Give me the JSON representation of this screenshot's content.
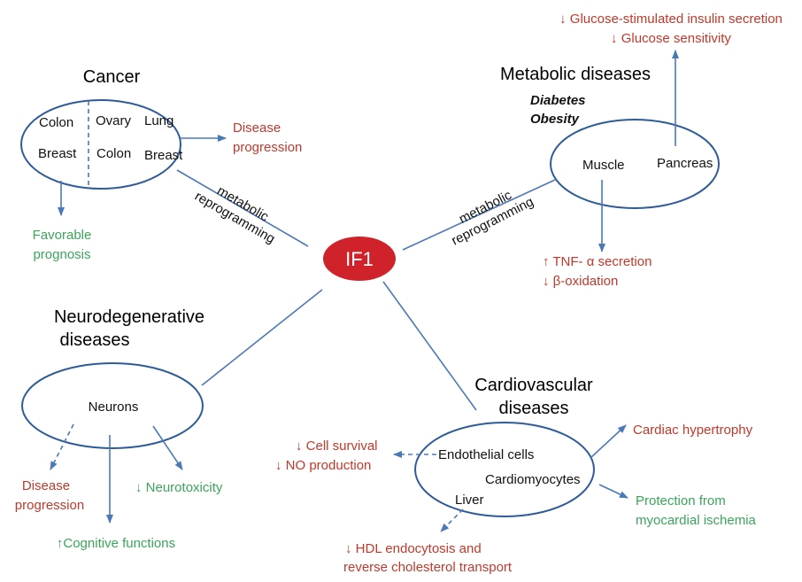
{
  "center": {
    "label": "IF1",
    "color": "#d0222b"
  },
  "connectors": {
    "left": "metabolic reprogramming",
    "right": "metabolic reprogramming",
    "left_lines": [
      "metabolic",
      "reprogramming"
    ],
    "right_lines": [
      "metabolic",
      "reprogramming"
    ]
  },
  "cancer": {
    "title": "Cancer",
    "tissues": [
      "Colon",
      "Ovary",
      "Lung",
      "Breast",
      "Colon",
      "Breast"
    ],
    "outcome_red": [
      "Disease",
      "progression"
    ],
    "outcome_green": [
      "Favorable",
      "prognosis"
    ]
  },
  "metabolic": {
    "title": "Metabolic diseases",
    "subtypes": [
      "Diabetes",
      "Obesity"
    ],
    "tissues": [
      "Muscle",
      "Pancreas"
    ],
    "pancreas_effects": [
      "↓ Glucose-stimulated insulin secretion",
      "↓ Glucose sensitivity"
    ],
    "muscle_effects": [
      "↑ TNF- α secretion",
      "↓ β-oxidation"
    ]
  },
  "neuro": {
    "title": [
      "Neurodegenerative",
      "diseases"
    ],
    "tissue": "Neurons",
    "outcome_red": [
      "Disease",
      "progression"
    ],
    "outcome_green_cog": "↑Cognitive functions",
    "outcome_green_tox": "↓ Neurotoxicity"
  },
  "cardio": {
    "title": [
      "Cardiovascular",
      "diseases"
    ],
    "tissues": [
      "Endothelial cells",
      "Cardiomyocytes",
      "Liver"
    ],
    "endothelial_effects": [
      "↓ Cell survival",
      "↓ NO production"
    ],
    "cardio_red": "Cardiac hypertrophy",
    "cardio_green": [
      "Protection from",
      "myocardial ischemia"
    ],
    "liver_effects": [
      "↓ HDL endocytosis and",
      "reverse cholesterol transport"
    ]
  }
}
